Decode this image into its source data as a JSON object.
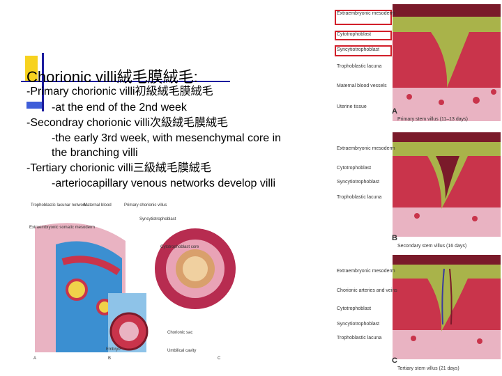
{
  "title": {
    "latin": "Chorionic villi",
    "cjk": "絨毛膜絨毛:"
  },
  "bullets": [
    {
      "text": "-Primary chorionic villi初級絨毛膜絨毛"
    },
    {
      "text": "-at the end of the 2nd week"
    },
    {
      "text": "-Secondray chorionic villi次級絨毛膜絨毛"
    },
    {
      "text": "-the early 3rd week, with mesenchymal core in"
    },
    {
      "text": "the branching villi"
    },
    {
      "text": "-Tertiary chorionic villi三級絨毛膜絨毛"
    },
    {
      "text": "-arteriocapillary venous networks develop villi"
    }
  ],
  "figure_right": {
    "A": {
      "letter": "A",
      "caption": "Primary stem villus (11–13 days)",
      "labels": [
        "Extraembryonic mesoderm",
        "Cytotrophoblast",
        "Syncytiotrophoblast",
        "Trophoblastic lacuna",
        "Maternal blood vessels",
        "Uterine tissue"
      ]
    },
    "B": {
      "letter": "B",
      "caption": "Secondary stem villus (16 days)",
      "labels": [
        "Extraembryonic mesoderm",
        "Cytotrophoblast",
        "Syncytiotrophoblast",
        "Trophoblastic lacuna"
      ]
    },
    "C": {
      "letter": "C",
      "caption": "Tertiary stem villus (21 days)",
      "labels": [
        "Extraembryonic mesoderm",
        "Chorionic arteries and veins",
        "Cytotrophoblast",
        "Syncytiotrophoblast",
        "Trophoblastic lacuna"
      ]
    }
  },
  "figure_bottom": {
    "labels": [
      "Trophoblastic lacunar network",
      "Maternal blood",
      "Primary chorionic villus",
      "Extraembryonic somatic mesoderm",
      "Syncytiotrophoblast",
      "Cytotrophoblast core",
      "Chorionic sac",
      "Embryo",
      "Umbilical cavity"
    ],
    "letters": [
      "A",
      "B",
      "C"
    ]
  },
  "colors": {
    "tissue_red": "#c9344b",
    "mesoderm_green": "#a9b34a",
    "dark_red": "#7a1a2a",
    "highlight": "#d21f2a",
    "pink_background": "#e9b3c2",
    "deco_yellow": "#f7d21f",
    "deco_blue": "#1c1c9e"
  }
}
